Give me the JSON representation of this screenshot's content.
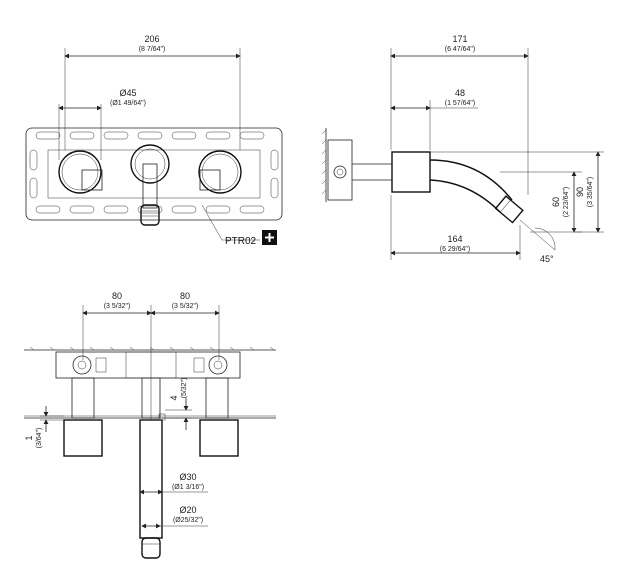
{
  "front_view": {
    "width": {
      "value": "206",
      "sub": "(8 7/64\")"
    },
    "handle_diameter": {
      "value": "Ø45",
      "sub": "(Ø1 49/64\")"
    },
    "rough_in_callout": "PTR02"
  },
  "side_view": {
    "total_depth": {
      "value": "171",
      "sub": "(6 47/64\")"
    },
    "body_depth": {
      "value": "48",
      "sub": "(1 57/64\")"
    },
    "spout_reach": {
      "value": "164",
      "sub": "(6 29/64\")"
    },
    "spout_drop": {
      "value": "60",
      "sub": "(2 23/64\")"
    },
    "outlet_height": {
      "value": "90",
      "sub": "(3 35/64\")"
    },
    "angle": "45°"
  },
  "top_view": {
    "spacing_left": {
      "value": "80",
      "sub": "(3 5/32\")"
    },
    "spacing_right": {
      "value": "80",
      "sub": "(3 5/32\")"
    },
    "gap": {
      "value": "4",
      "sub": "(5/32\")"
    },
    "offset": {
      "value": "1",
      "sub": "(3/64\")"
    },
    "spout_diameter": {
      "value": "Ø30",
      "sub": "(Ø1 3/16\")"
    },
    "aerator_diameter": {
      "value": "Ø20",
      "sub": "(Ø25/32\")"
    }
  },
  "colors": {
    "line": "#222222",
    "background": "#ffffff"
  },
  "icons": {
    "plus_badge": "plus-icon"
  }
}
